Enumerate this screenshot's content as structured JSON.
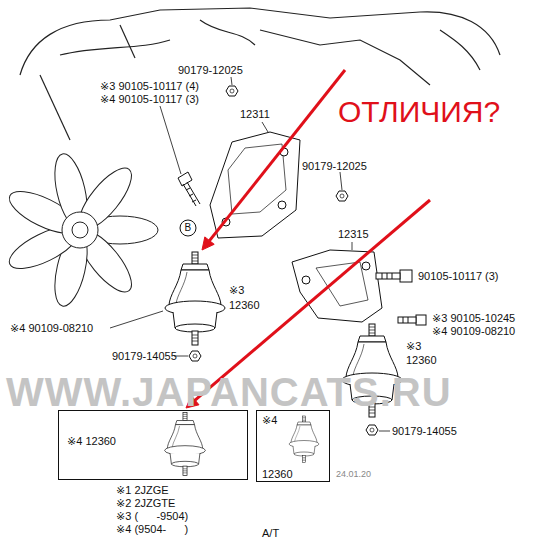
{
  "diagram": {
    "nodes": [
      {
        "text": [
          "※4 12360"
        ]
      },
      {
        "text": [
          "※4",
          "12360"
        ]
      }
    ],
    "labels": [
      "90179-12025",
      "※3 90105-10117 (4)",
      "※4 90105-10117 (3)",
      "ОТЛИЧИЯ?",
      "12311",
      "90179-12025",
      "12315",
      "B",
      "90105-10117 (3)",
      "※3",
      "12360",
      "※3 90105-10245",
      "※4 90109-08210",
      "※4 90109-08210",
      "90179-14055",
      "※3",
      "12360",
      "WWW.JAPANCATS.RU",
      "24.01.20",
      "90179-14055",
      "※1 2JZGE",
      "※2 2JZGTE",
      "※3 (      -9504)",
      "※4 (9504-      )",
      "A/T"
    ]
  }
}
